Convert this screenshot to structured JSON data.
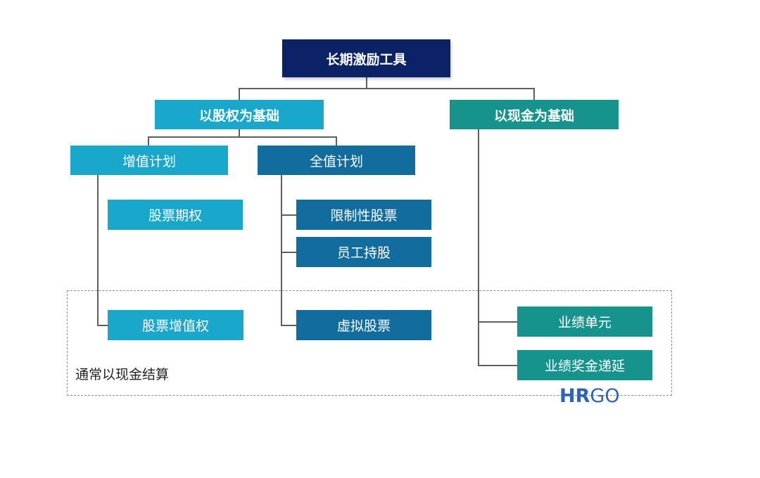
{
  "root": {
    "label": "长期激励工具",
    "color": "#0c2266"
  },
  "equity_based": {
    "label": "以股权为基础",
    "color": "#1aa7cc"
  },
  "cash_based": {
    "label": "以现金为基础",
    "color": "#17938d"
  },
  "appreciation_plan": {
    "label": "增值计划",
    "color": "#1aa7cc"
  },
  "full_value_plan": {
    "label": "全值计划",
    "color": "#126d9e"
  },
  "appreciation_items": [
    {
      "label": "股票期权"
    },
    {
      "label": "股票增值权"
    }
  ],
  "full_value_items": [
    {
      "label": "限制性股票"
    },
    {
      "label": "员工持股"
    },
    {
      "label": "虚拟股票"
    }
  ],
  "cash_items": [
    {
      "label": "业绩单元"
    },
    {
      "label": "业绩奖金递延"
    }
  ],
  "note": "通常以现金结算",
  "logo": {
    "hr": "HR",
    "go": "GO"
  }
}
